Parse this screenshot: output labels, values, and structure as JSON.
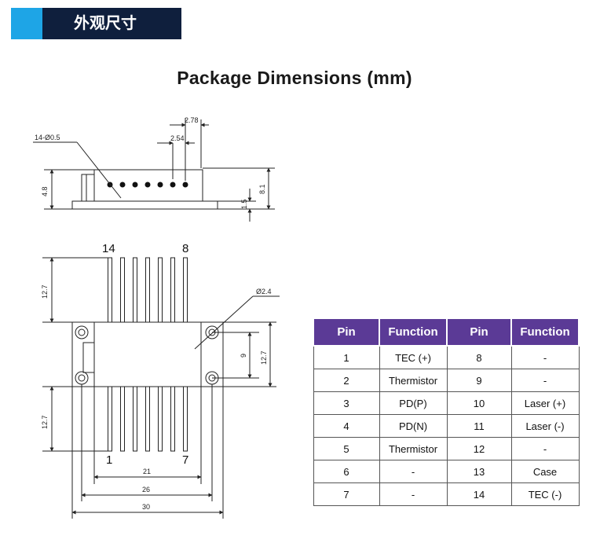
{
  "header": {
    "label": "外观尺寸",
    "accent_color": "#1ea5e6",
    "bar_color": "#0f1f3d"
  },
  "title": "Package Dimensions (mm)",
  "drawing": {
    "side_view": {
      "pin_hole_callout": "14-Ø0.5",
      "dim_pin_pitch_outer": "2.78",
      "dim_pin_pitch": "2.54",
      "dim_height_left": "4.8",
      "dim_height_right": "8.1",
      "dim_flange": "1.5"
    },
    "top_view": {
      "pin_label_top_left": "14",
      "pin_label_top_right": "8",
      "pin_label_bottom_left": "1",
      "pin_label_bottom_right": "7",
      "hole_callout": "Ø2.4",
      "dim_top_pins": "12.7",
      "dim_bottom_pins": "12.7",
      "dim_hole_spacing": "9",
      "dim_body_height": "12.7",
      "dim_pin_span": "21",
      "dim_hole_span": "26",
      "dim_total_width": "30"
    }
  },
  "pin_table": {
    "headers": [
      "Pin",
      "Function",
      "Pin",
      "Function"
    ],
    "header_color": "#5b3a96",
    "rows": [
      [
        "1",
        "TEC (+)",
        "8",
        "-"
      ],
      [
        "2",
        "Thermistor",
        "9",
        "-"
      ],
      [
        "3",
        "PD(P)",
        "10",
        "Laser (+)"
      ],
      [
        "4",
        "PD(N)",
        "11",
        "Laser (-)"
      ],
      [
        "5",
        "Thermistor",
        "12",
        "-"
      ],
      [
        "6",
        "-",
        "13",
        "Case"
      ],
      [
        "7",
        "-",
        "14",
        "TEC (-)"
      ]
    ]
  }
}
